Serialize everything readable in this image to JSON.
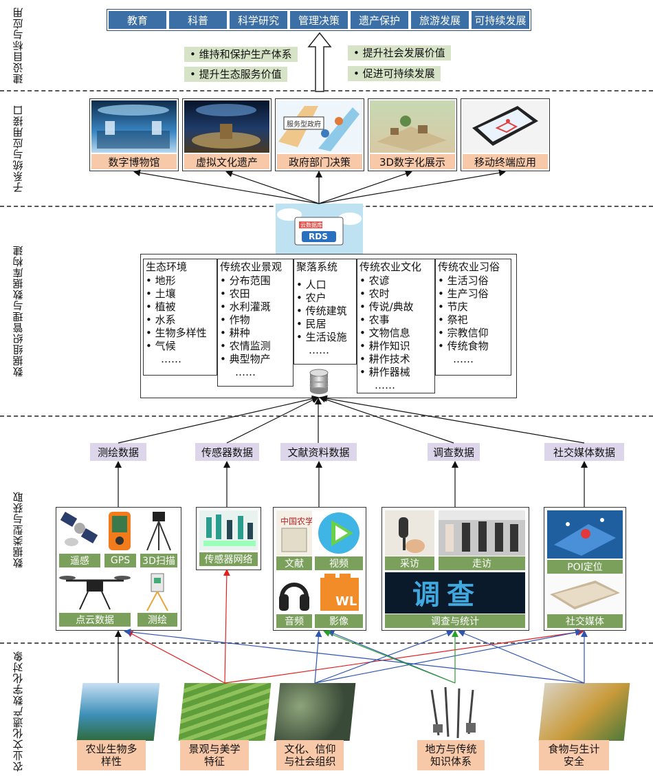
{
  "sections": {
    "goals": "建设目标与应用",
    "subsystems": "子系统与应用接口",
    "database": "数据组织管理与数据库构建",
    "acquisition": "数据类型与获取",
    "objects": "农业文化遗产数字化对象"
  },
  "goals": [
    "教育",
    "科普",
    "科学研究",
    "管理决策",
    "遗产保护",
    "旅游发展",
    "可持续发展"
  ],
  "benefits_left": [
    "• 维持和保护生产体系",
    "• 提升生态服务价值"
  ],
  "benefits_right": [
    "• 提升社会发展价值",
    "• 促进可持续发展"
  ],
  "subsystems": [
    "数字博物馆",
    "虚拟文化遗产",
    "政府部门决策",
    "3D数字化展示",
    "移动终端应用"
  ],
  "gov_sign": "服务型政府",
  "rds": {
    "cloud_text": "云数据库",
    "label": "RDS"
  },
  "db_categories": [
    {
      "title": "生态环境",
      "items": [
        "• 地形",
        "• 土壤",
        "• 植被",
        "• 水系",
        "• 生物多样性",
        "• 气候",
        "……"
      ]
    },
    {
      "title": "传统农业景观",
      "items": [
        "• 分布范围",
        "• 农田",
        "• 水利灌溉",
        "• 作物",
        "• 耕种",
        "• 农情监测",
        "• 典型物产",
        "……"
      ]
    },
    {
      "title": "聚落系统",
      "items": [
        "• 人口",
        "• 农户",
        "• 传统建筑",
        "• 民居",
        "• 生活设施",
        "……"
      ]
    },
    {
      "title": "传统农业文化",
      "items": [
        "• 农谚",
        "• 农时",
        "• 传说/典故",
        "• 农事",
        "• 文物信息",
        "• 耕作知识",
        "• 耕作技术",
        "• 耕作器械",
        "……"
      ]
    },
    {
      "title": "传统农业习俗",
      "items": [
        "• 生活习俗",
        "• 生产习俗",
        "• 节庆",
        "• 祭祀",
        "• 宗教信仰",
        "• 传统食物",
        "……"
      ]
    }
  ],
  "data_types": [
    "测绘数据",
    "传感器数据",
    "文献资料数据",
    "调查数据",
    "社交媒体数据"
  ],
  "acq": {
    "survey": [
      "遥感",
      "GPS",
      "3D扫描",
      "点云数据",
      "测绘"
    ],
    "sensor": [
      "传感器网络"
    ],
    "docs": [
      "文献",
      "视频",
      "音频",
      "影像"
    ],
    "docs_glyph": "中国农学",
    "wl_text": "WL",
    "field": [
      "采访",
      "走访",
      "调查与统计"
    ],
    "field_banner": "调查",
    "social": [
      "POI定位",
      "社交媒体"
    ]
  },
  "objects": [
    "农业生物多样性",
    "景观与美学特征",
    "文化、信仰与社会组织",
    "地方与传统知识体系",
    "食物与生计安全"
  ],
  "object_lines": [
    [
      "农业生物多",
      "样性"
    ],
    [
      "景观与美学",
      "特征"
    ],
    [
      "文化、信仰",
      "与社会组织"
    ],
    [
      "地方与传统",
      "知识体系"
    ],
    [
      "食物与生计",
      "安全"
    ]
  ],
  "colors": {
    "goal_blue": "#3b6fa6",
    "green_label": "#7ba05b",
    "peach": "#f8c9a8",
    "lavender": "#ddd6ea",
    "benefit_green": "#d6e3c6",
    "arrow_red": "#e02020",
    "arrow_blue": "#2f55b0",
    "arrow_green": "#2ca02c"
  }
}
